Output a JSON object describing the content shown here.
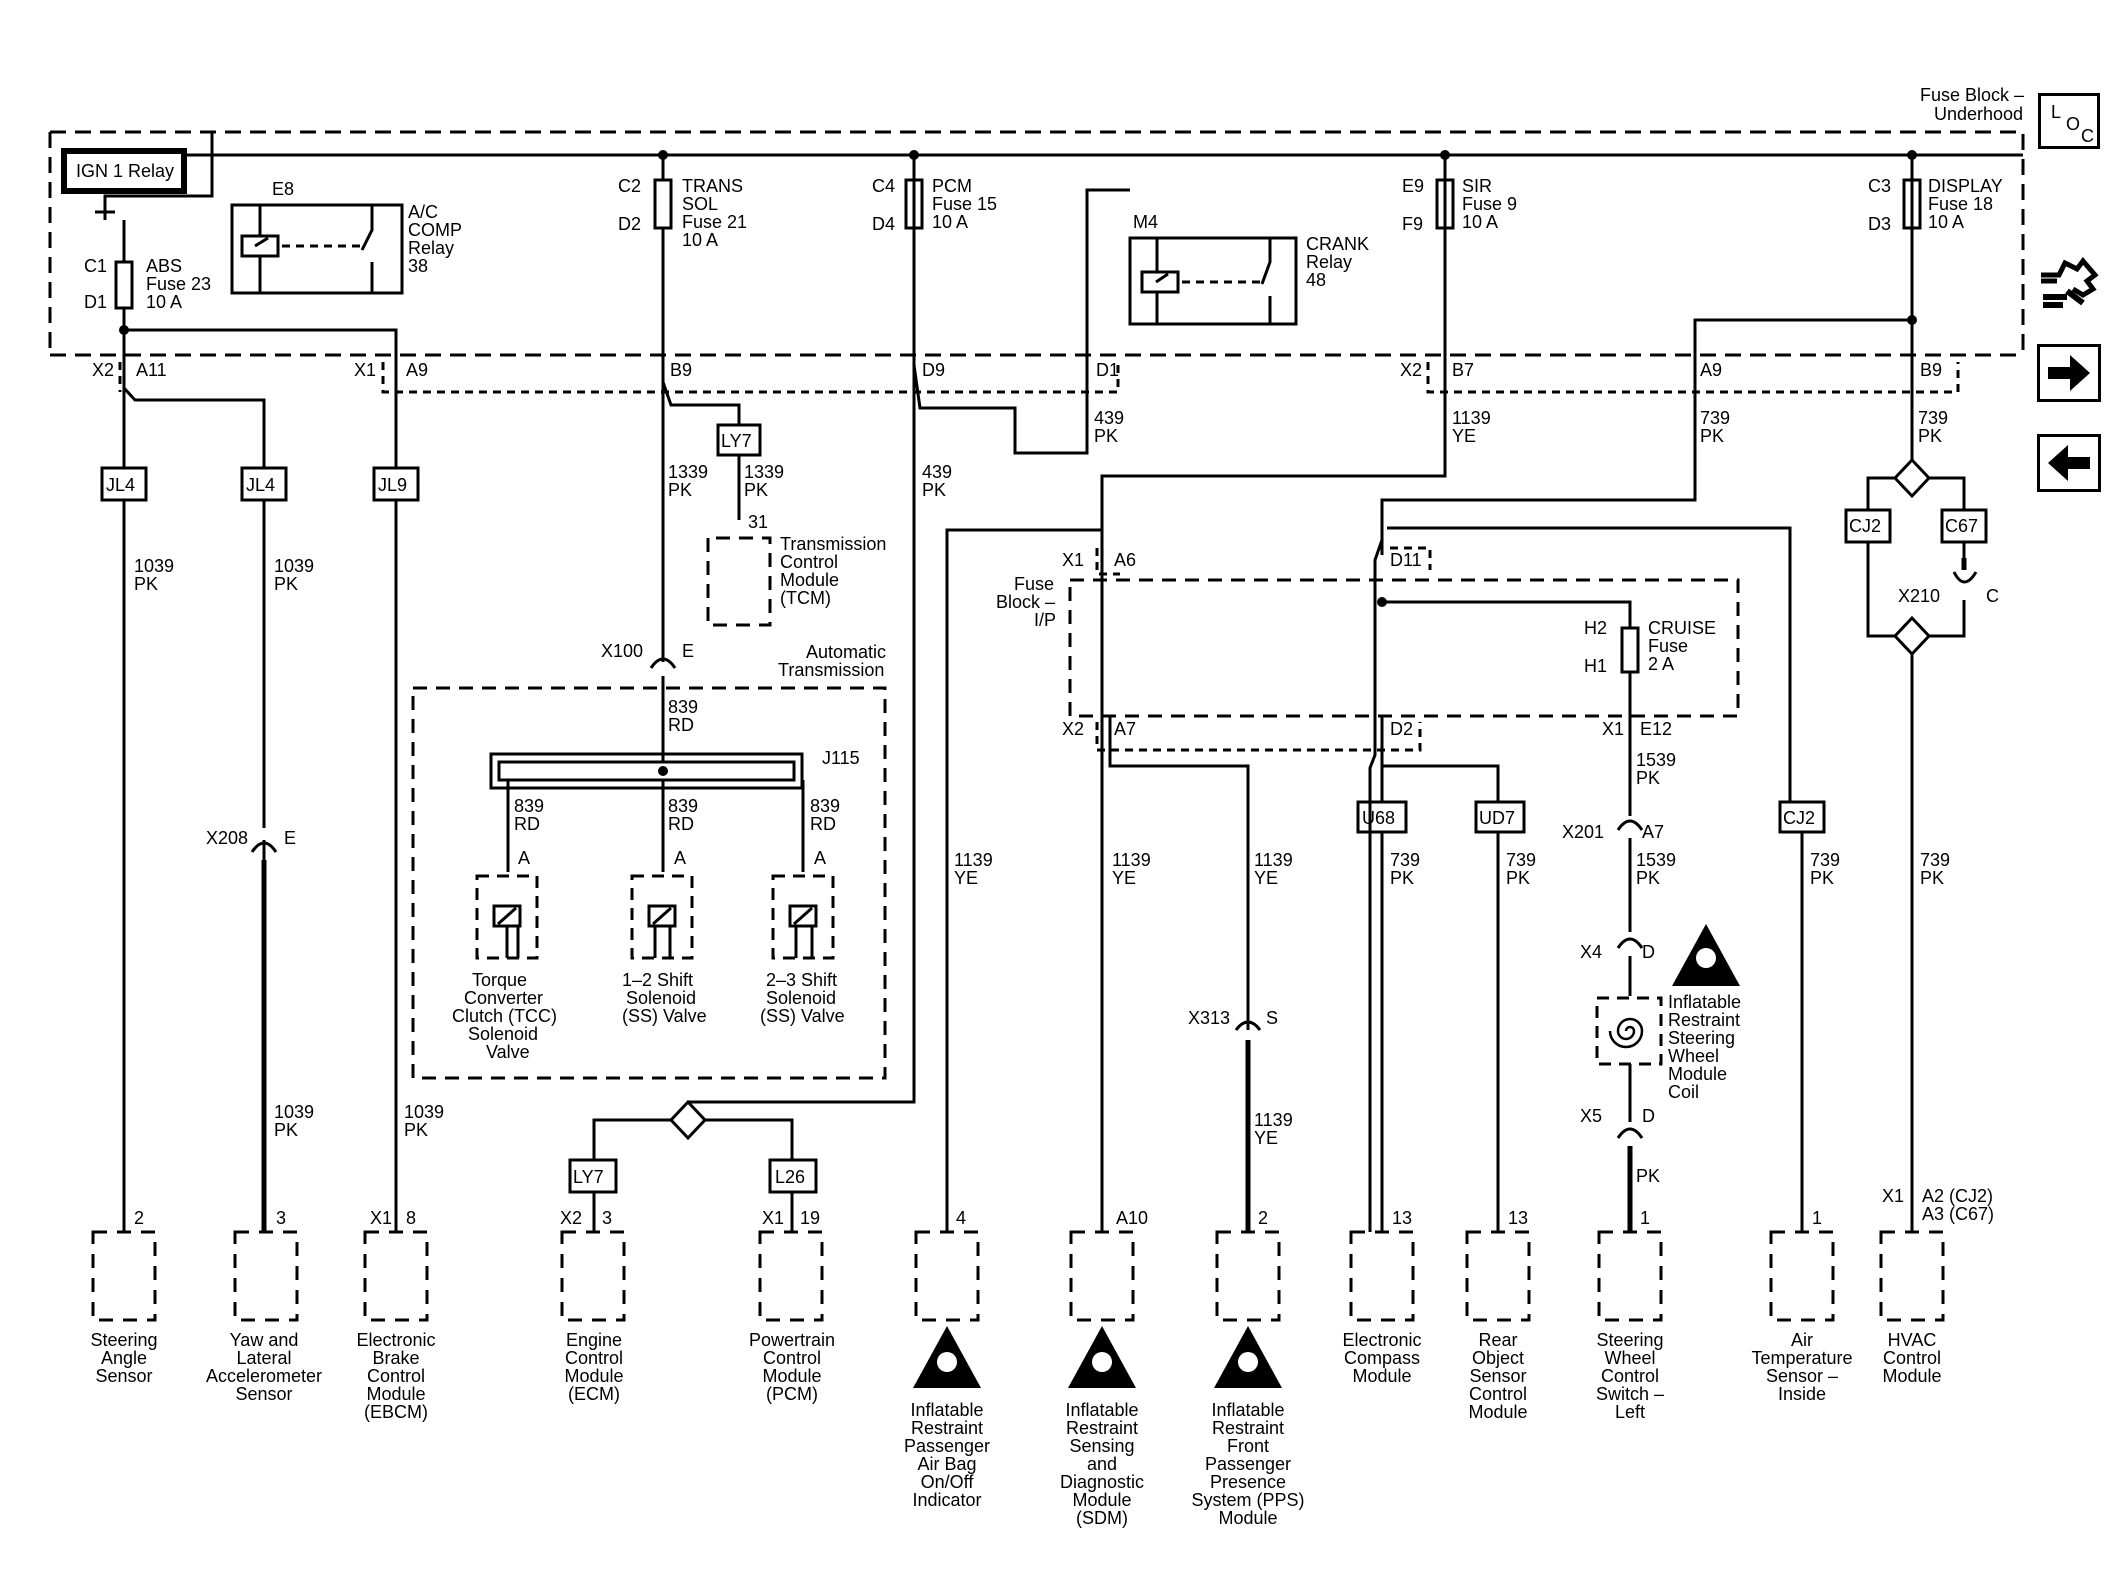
{
  "header": {
    "fuse_block_underhood": [
      "Fuse Block –",
      "Underhood"
    ],
    "loc_letters": [
      "L",
      "O",
      "C"
    ]
  },
  "ign_relay": "IGN 1 Relay",
  "ac_relay": {
    "cavity": "E8",
    "lines": [
      "A/C",
      "COMP",
      "Relay",
      "38"
    ]
  },
  "crank_relay": {
    "cavity": "M4",
    "lines": [
      "CRANK",
      "Relay",
      "48"
    ]
  },
  "fuses": {
    "abs": {
      "top": "C1",
      "bottom": "D1",
      "lines": [
        "ABS",
        "Fuse 23",
        "10 A"
      ]
    },
    "trans": {
      "top": "C2",
      "bottom": "D2",
      "lines": [
        "TRANS",
        "SOL",
        "Fuse 21",
        "10 A"
      ]
    },
    "pcm": {
      "top": "C4",
      "bottom": "D4",
      "lines": [
        "PCM",
        "Fuse 15",
        "10 A"
      ]
    },
    "sir": {
      "top": "E9",
      "bottom": "F9",
      "lines": [
        "SIR",
        "Fuse 9",
        "10 A"
      ]
    },
    "display": {
      "top": "C3",
      "bottom": "D3",
      "lines": [
        "DISPLAY",
        "Fuse 18",
        "10 A"
      ]
    },
    "cruise": {
      "top": "H2",
      "bottom": "H1",
      "lines": [
        "CRUISE",
        "Fuse",
        "2 A"
      ]
    }
  },
  "connector_labels": {
    "x2_left": "X2",
    "a11": "A11",
    "x1_left": "X1",
    "a9_left": "A9",
    "b9_left": "B9",
    "d9": "D9",
    "d1": "D1",
    "x2_right": "X2",
    "b7": "B7",
    "a9_right": "A9",
    "b9_right": "B9",
    "ip_x1": "X1",
    "ip_a6": "A6",
    "ip_d11": "D11",
    "ip_x2": "X2",
    "ip_a7": "A7",
    "ip_d2": "D2",
    "ip_x1b": "X1",
    "ip_e12": "E12"
  },
  "fuse_block_ip": [
    "Fuse",
    "Block –",
    "I/P"
  ],
  "splices": {
    "jl4a": "JL4",
    "jl4b": "JL4",
    "jl9": "JL9",
    "ly7a": "LY7",
    "ly7b": "LY7",
    "l26": "L26",
    "u68": "U68",
    "ud7": "UD7",
    "cj2a": "CJ2",
    "cj2b": "CJ2",
    "c67": "C67"
  },
  "wires": {
    "w1039a": [
      "1039",
      "PK"
    ],
    "w1039b": [
      "1039",
      "PK"
    ],
    "w1039c": [
      "1039",
      "PK"
    ],
    "w1039d": [
      "1039",
      "PK"
    ],
    "w1339a": [
      "1339",
      "PK"
    ],
    "w1339b": [
      "1339",
      "PK"
    ],
    "w439a": [
      "439",
      "PK"
    ],
    "w439b": [
      "439",
      "PK"
    ],
    "w1139a": [
      "1139",
      "YE"
    ],
    "w739a": [
      "739",
      "PK"
    ],
    "w739b": [
      "739",
      "PK"
    ],
    "w839a": [
      "839",
      "RD"
    ],
    "w839b": [
      "839",
      "RD"
    ],
    "w839c": [
      "839",
      "RD"
    ],
    "w839d": [
      "839",
      "RD"
    ],
    "w1139b": [
      "1139",
      "YE"
    ],
    "w1139c": [
      "1139",
      "YE"
    ],
    "w1139d": [
      "1139",
      "YE"
    ],
    "w1139e": [
      "1139",
      "YE"
    ],
    "w739c": [
      "739",
      "PK"
    ],
    "w739d": [
      "739",
      "PK"
    ],
    "w739e": [
      "739",
      "PK"
    ],
    "w739f": [
      "739",
      "PK"
    ],
    "w1539a": [
      "1539",
      "PK"
    ],
    "w1539b": [
      "1539",
      "PK"
    ],
    "wpk": [
      "PK"
    ]
  },
  "tcm": {
    "pin": "31",
    "lines": [
      "Transmission",
      "Control",
      "Module",
      "(TCM)"
    ]
  },
  "auto_trans": [
    "Automatic",
    "Transmission"
  ],
  "inline": {
    "x100": "X100",
    "x100_pin": "E",
    "j115": "J115",
    "x208": "X208",
    "x208_pin": "E",
    "x313": "X313",
    "x313_pin": "S",
    "x201": "X201",
    "x201_pin": "A7",
    "x4": "X4",
    "x4_pin": "D",
    "x5": "X5",
    "x5_pin": "D",
    "x210": "X210",
    "x210_pin": "C"
  },
  "solenoids": [
    {
      "pin": "A",
      "lines": [
        "Torque",
        "Converter",
        "Clutch (TCC)",
        "Solenoid",
        "Valve"
      ]
    },
    {
      "pin": "A",
      "lines": [
        "1–2 Shift",
        "Solenoid",
        "(SS) Valve"
      ]
    },
    {
      "pin": "A",
      "lines": [
        "2–3 Shift",
        "Solenoid",
        "(SS) Valve"
      ]
    }
  ],
  "clockspring": [
    "Inflatable",
    "Restraint",
    "Steering",
    "Wheel",
    "Module",
    "Coil"
  ],
  "modules": [
    {
      "pin": "2",
      "conn": "",
      "lines": [
        "Steering",
        "Angle",
        "Sensor"
      ]
    },
    {
      "pin": "3",
      "conn": "",
      "lines": [
        "Yaw and",
        "Lateral",
        "Accelerometer",
        "Sensor"
      ]
    },
    {
      "pin": "8",
      "conn": "X1",
      "lines": [
        "Electronic",
        "Brake",
        "Control",
        "Module",
        "(EBCM)"
      ]
    },
    {
      "pin": "3",
      "conn": "X2",
      "lines": [
        "Engine",
        "Control",
        "Module",
        "(ECM)"
      ]
    },
    {
      "pin": "19",
      "conn": "X1",
      "lines": [
        "Powertrain",
        "Control",
        "Module",
        "(PCM)"
      ]
    },
    {
      "pin": "4",
      "conn": "",
      "lines": [
        "Inflatable",
        "Restraint",
        "Passenger",
        "Air Bag",
        "On/Off",
        "Indicator"
      ]
    },
    {
      "pin": "A10",
      "conn": "",
      "lines": [
        "Inflatable",
        "Restraint",
        "Sensing",
        "and",
        "Diagnostic",
        "Module",
        "(SDM)"
      ]
    },
    {
      "pin": "2",
      "conn": "",
      "lines": [
        "Inflatable",
        "Restraint",
        "Front",
        "Passenger",
        "Presence",
        "System (PPS)",
        "Module"
      ]
    },
    {
      "pin": "13",
      "conn": "",
      "lines": [
        "Electronic",
        "Compass",
        "Module"
      ]
    },
    {
      "pin": "13",
      "conn": "",
      "lines": [
        "Rear",
        "Object",
        "Sensor",
        "Control",
        "Module"
      ]
    },
    {
      "pin": "1",
      "conn": "",
      "lines": [
        "Steering",
        "Wheel",
        "Control",
        "Switch –",
        "Left"
      ]
    },
    {
      "pin": "1",
      "conn": "",
      "lines": [
        "Air",
        "Temperature",
        "Sensor –",
        "Inside"
      ]
    },
    {
      "pin": "",
      "conn": "X1",
      "lines": [
        "HVAC",
        "Control",
        "Module"
      ]
    }
  ],
  "hvac_pins": [
    "A2 (CJ2)",
    "A3 (C67)"
  ],
  "nav": {
    "schematic_icon": "schematic-nav-icon",
    "next_icon": "arrow-right-icon",
    "prev_icon": "arrow-left-icon"
  }
}
